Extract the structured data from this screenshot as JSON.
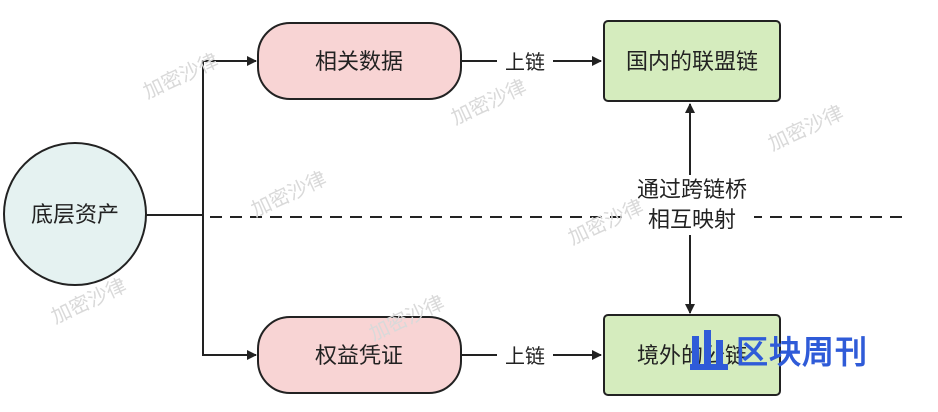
{
  "nodes": {
    "underlying_asset": "底层资产",
    "related_data": "相关数据",
    "rights_certificate": "权益凭证",
    "domestic_consortium_chain": "国内的联盟链",
    "overseas_public_chain": "境外的公链"
  },
  "edges": {
    "upload_top": "上链",
    "upload_bottom": "上链",
    "bridge_line1": "通过跨链桥",
    "bridge_line2": "相互映射"
  },
  "watermark": "加密沙律",
  "logo_text": "区块周刊",
  "colors": {
    "asset_fill": "#e5f2f1",
    "pink_fill": "#f8d4d4",
    "green_fill": "#d5ecbe",
    "stroke": "#222222",
    "logo": "#2f5bd8"
  }
}
